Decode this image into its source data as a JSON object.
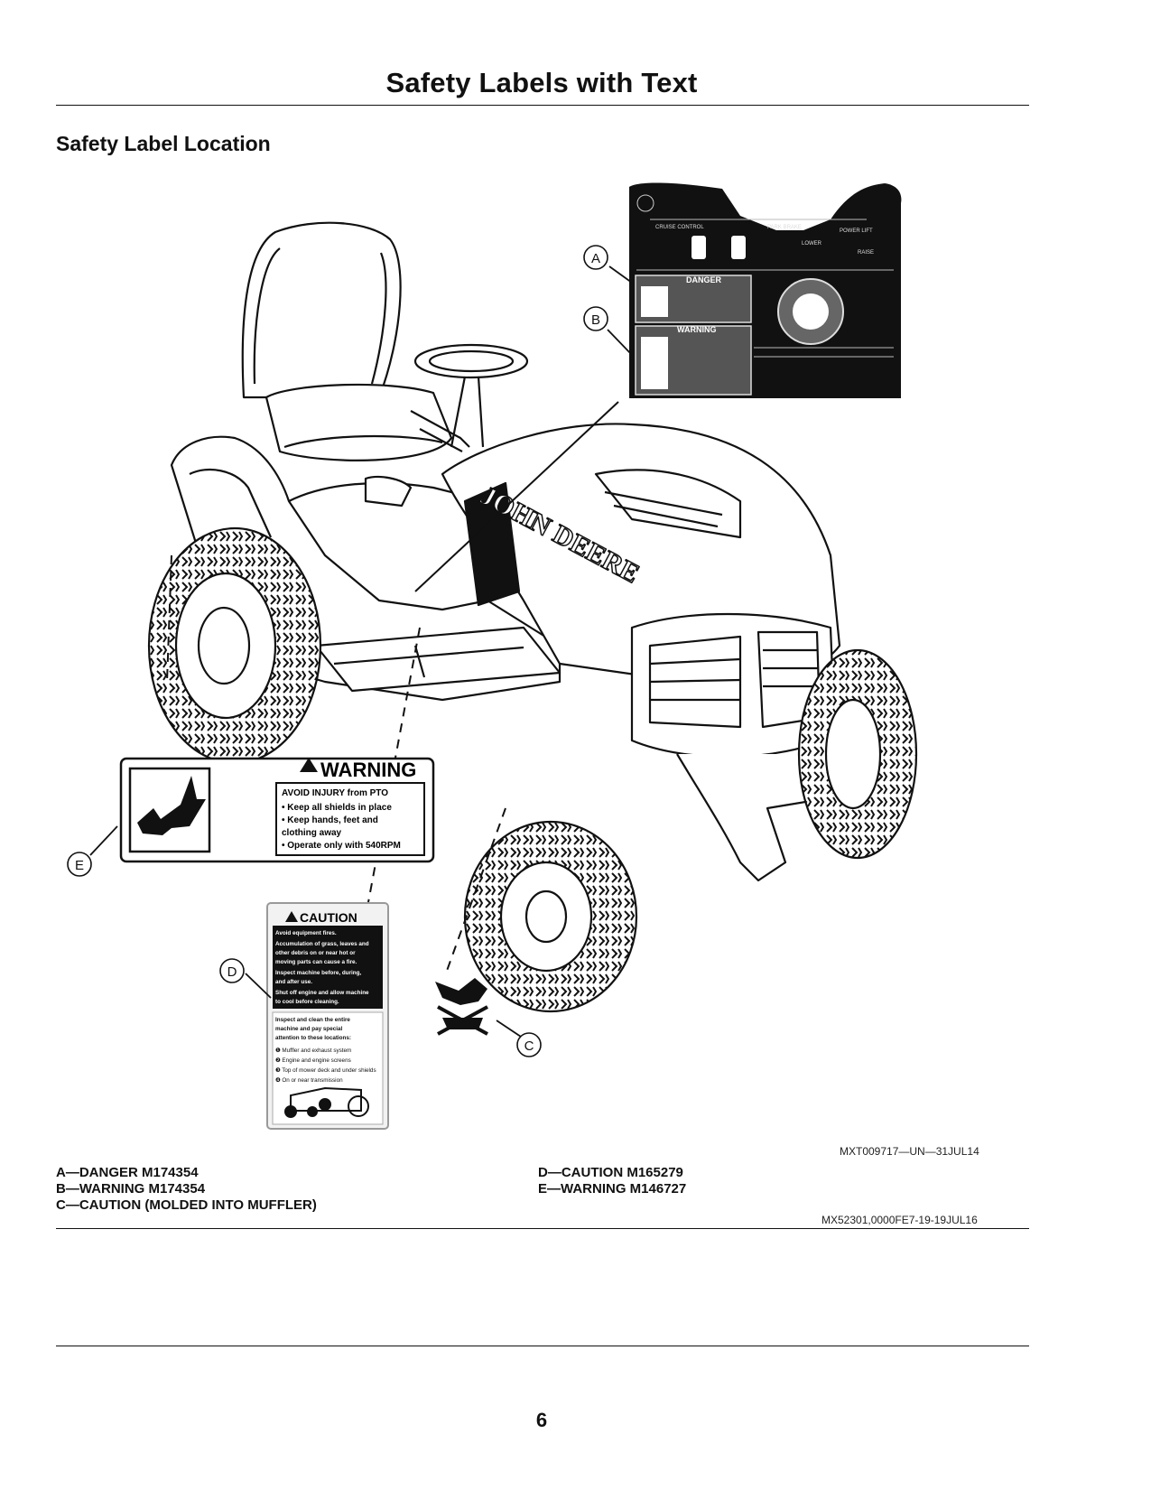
{
  "page": {
    "title": "Safety Labels with Text",
    "section_title": "Safety Label Location",
    "page_number": "6"
  },
  "figure": {
    "image_ref": "MXT009717—UN—31JUL14",
    "callouts": [
      "A",
      "B",
      "C",
      "D",
      "E"
    ],
    "brand_text": "JOHN DEERE",
    "label_e": {
      "header": "WARNING",
      "subheader": "AVOID INJURY from PTO",
      "lines": [
        "• Keep all shields in place",
        "• Keep hands, feet and",
        "  clothing away",
        "• Operate only with 540RPM"
      ]
    },
    "label_d": {
      "header": "CAUTION",
      "dark_lines": [
        "Avoid equipment fires.",
        "Accumulation of grass, leaves and",
        "other debris on or near hot or",
        "moving parts can cause a fire.",
        "Inspect machine before, during,",
        "and after use.",
        "Shut off engine and allow machine",
        "to cool before cleaning."
      ],
      "light_lines": [
        "Inspect and clean the entire",
        "machine and pay special",
        "attention to these locations:"
      ],
      "items": [
        "❶ Muffler and exhaust system",
        "❷ Engine and engine screens",
        "❸ Top of mower deck and under shields",
        "❹ On or near transmission"
      ]
    },
    "label_ab": {
      "danger_header": "DANGER",
      "warning_header": "WARNING",
      "cruise_control": "CRUISE CONTROL",
      "park_brake": "PARK BRAKE",
      "power_lift": "POWER LIFT",
      "lower": "LOWER",
      "raise": "RAISE"
    }
  },
  "legend": {
    "left": [
      "A—DANGER M174354",
      "B—WARNING M174354",
      "C—CAUTION (MOLDED INTO MUFFLER)"
    ],
    "right": [
      "D—CAUTION M165279",
      "E—WARNING M146727"
    ]
  },
  "footer_ref": "MX52301,0000FE7-19-19JUL16"
}
